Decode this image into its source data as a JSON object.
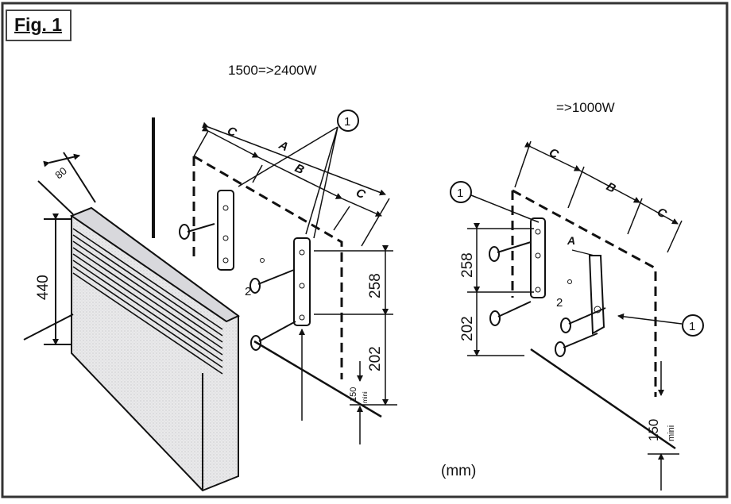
{
  "figure": {
    "label": "Fig. 1",
    "unit": "(mm)"
  },
  "left_layout": {
    "power_range": "1500=>2400W",
    "dim_a": "A",
    "dim_b": "B",
    "dim_c_left": "C",
    "dim_c_right": "C",
    "callout": "1",
    "screw_label": "2",
    "bracket_spacing": "258",
    "bracket_height": "202",
    "floor_clearance": "150",
    "floor_clearance_note": "mini"
  },
  "heater": {
    "depth": "80",
    "height": "440"
  },
  "right_layout": {
    "power_range": "=>1000W",
    "dim_a": "A",
    "dim_b": "B",
    "dim_c_left": "C",
    "dim_c_right": "C",
    "callout_top": "1",
    "callout_side": "1",
    "screw_label": "2",
    "bracket_spacing": "258",
    "bracket_height": "202",
    "floor_clearance": "150",
    "floor_clearance_note": "mini"
  }
}
